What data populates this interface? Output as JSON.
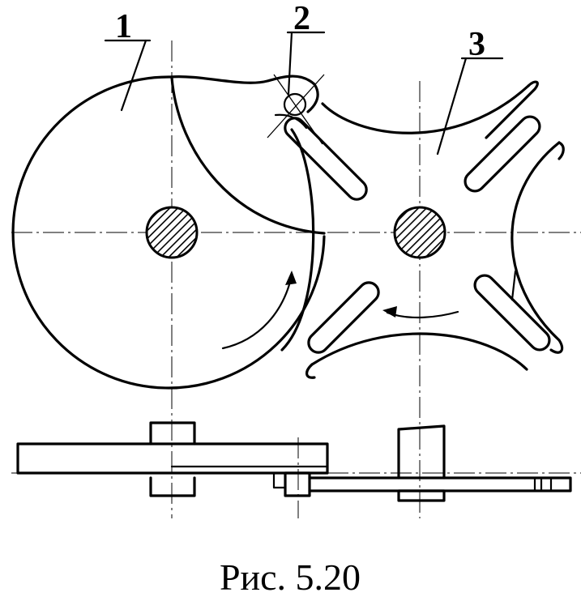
{
  "labels": {
    "part_1": "1",
    "part_2": "2",
    "part_3": "3"
  },
  "caption": "Рис. 5.20"
}
